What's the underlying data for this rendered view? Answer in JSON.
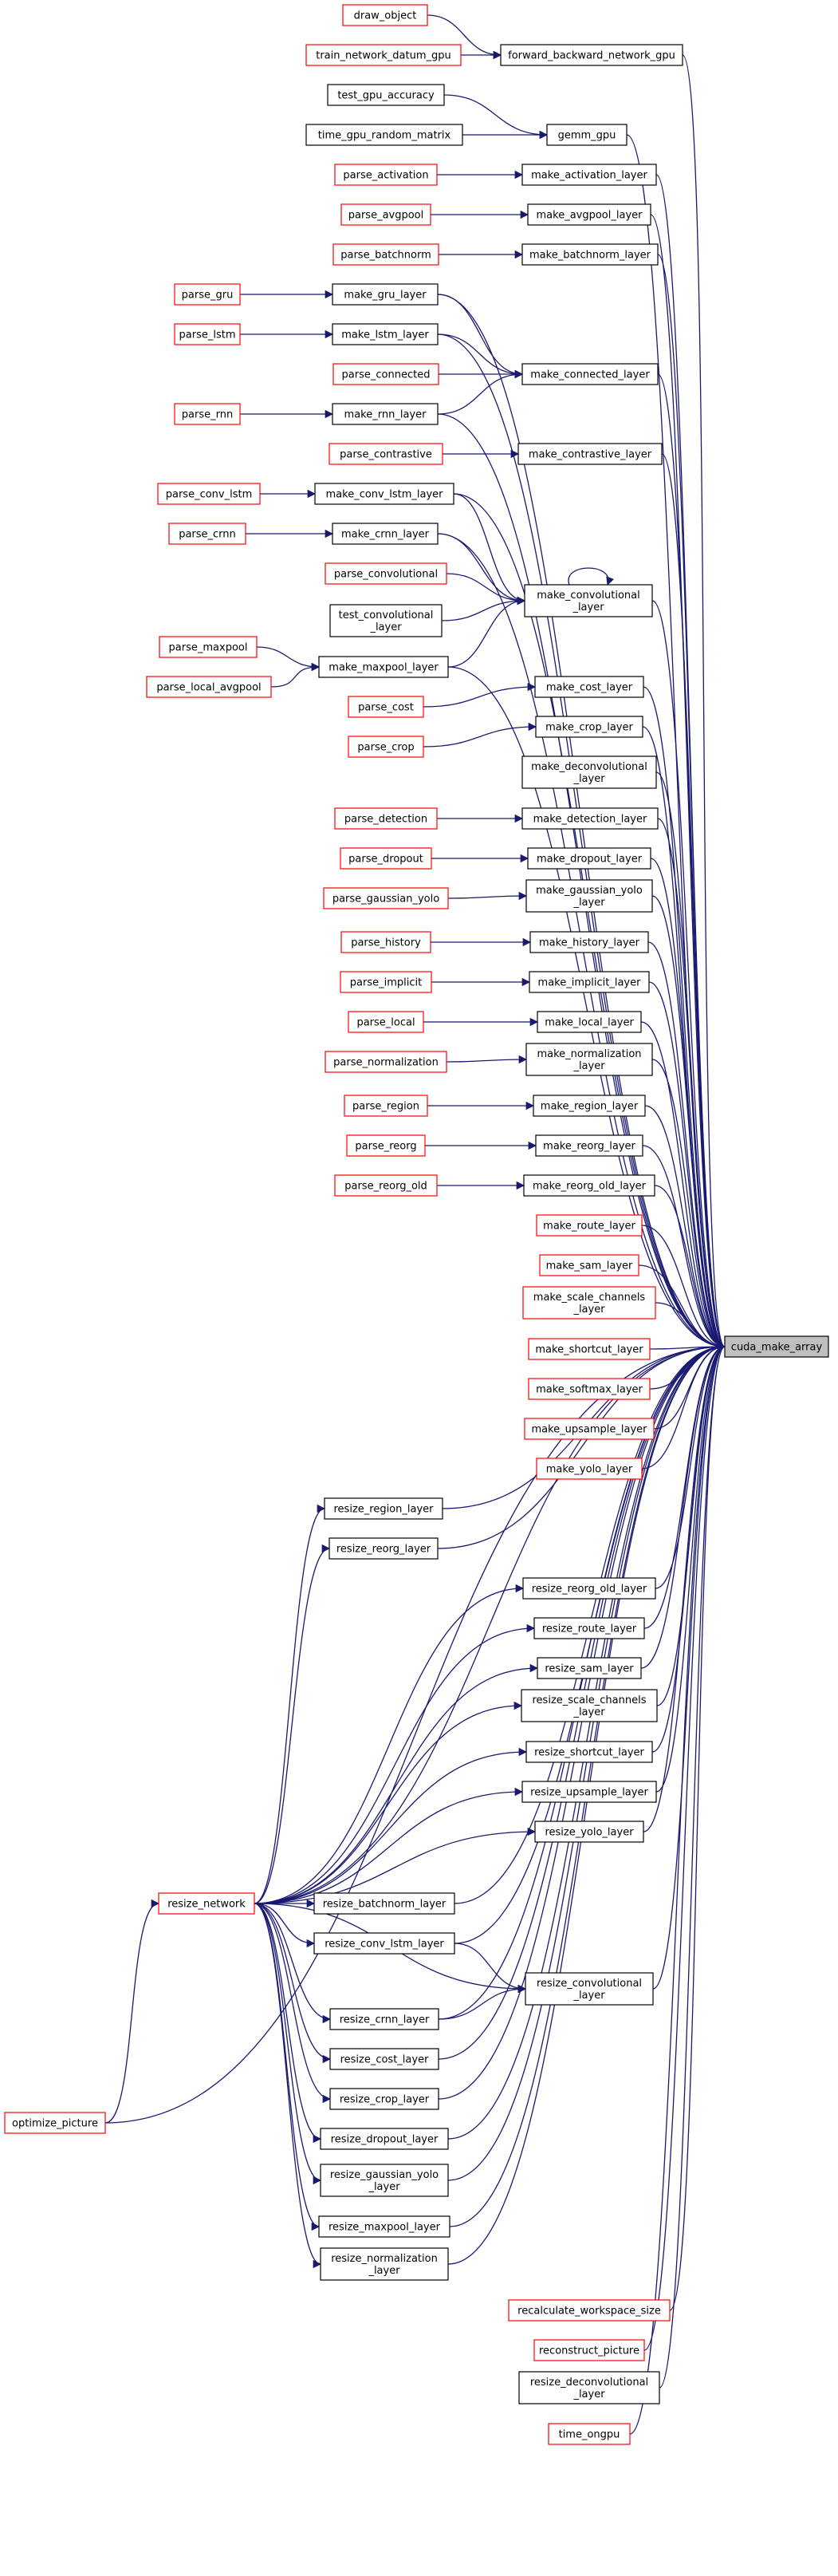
{
  "colors": {
    "edge": "#191970",
    "node_border_default": "#000000",
    "node_border_highlight": "#ff0000",
    "root_fill": "#bfbfbf",
    "node_fill": "#ffffff"
  },
  "root": {
    "id": "cuda_make_array",
    "label": "cuda_make_array"
  },
  "nodes": [
    {
      "id": "draw_object",
      "label": "draw_object",
      "border": "red"
    },
    {
      "id": "train_network_datum_gpu",
      "label": "train_network_datum_gpu",
      "border": "red"
    },
    {
      "id": "forward_backward_network_gpu",
      "label": "forward_backward_network_gpu",
      "border": "black"
    },
    {
      "id": "test_gpu_accuracy",
      "label": "test_gpu_accuracy",
      "border": "black"
    },
    {
      "id": "time_gpu_random_matrix",
      "label": "time_gpu_random_matrix",
      "border": "black"
    },
    {
      "id": "gemm_gpu",
      "label": "gemm_gpu",
      "border": "black"
    },
    {
      "id": "parse_activation",
      "label": "parse_activation",
      "border": "red"
    },
    {
      "id": "make_activation_layer",
      "label": "make_activation_layer",
      "border": "black"
    },
    {
      "id": "parse_avgpool",
      "label": "parse_avgpool",
      "border": "red"
    },
    {
      "id": "make_avgpool_layer",
      "label": "make_avgpool_layer",
      "border": "black"
    },
    {
      "id": "parse_batchnorm",
      "label": "parse_batchnorm",
      "border": "red"
    },
    {
      "id": "make_batchnorm_layer",
      "label": "make_batchnorm_layer",
      "border": "black"
    },
    {
      "id": "parse_gru",
      "label": "parse_gru",
      "border": "red"
    },
    {
      "id": "make_gru_layer",
      "label": "make_gru_layer",
      "border": "black"
    },
    {
      "id": "parse_lstm",
      "label": "parse_lstm",
      "border": "red"
    },
    {
      "id": "make_lstm_layer",
      "label": "make_lstm_layer",
      "border": "black"
    },
    {
      "id": "parse_connected",
      "label": "parse_connected",
      "border": "red"
    },
    {
      "id": "make_connected_layer",
      "label": "make_connected_layer",
      "border": "black"
    },
    {
      "id": "parse_rnn",
      "label": "parse_rnn",
      "border": "red"
    },
    {
      "id": "make_rnn_layer",
      "label": "make_rnn_layer",
      "border": "black"
    },
    {
      "id": "parse_contrastive",
      "label": "parse_contrastive",
      "border": "red"
    },
    {
      "id": "make_contrastive_layer",
      "label": "make_contrastive_layer",
      "border": "black"
    },
    {
      "id": "parse_conv_lstm",
      "label": "parse_conv_lstm",
      "border": "red"
    },
    {
      "id": "make_conv_lstm_layer",
      "label": "make_conv_lstm_layer",
      "border": "black"
    },
    {
      "id": "parse_crnn",
      "label": "parse_crnn",
      "border": "red"
    },
    {
      "id": "make_crnn_layer",
      "label": "make_crnn_layer",
      "border": "black"
    },
    {
      "id": "parse_convolutional",
      "label": "parse_convolutional",
      "border": "red"
    },
    {
      "id": "make_convolutional_layer",
      "label": "make_convolutional\n_layer",
      "border": "black"
    },
    {
      "id": "test_convolutional_layer",
      "label": "test_convolutional\n_layer",
      "border": "black"
    },
    {
      "id": "parse_maxpool",
      "label": "parse_maxpool",
      "border": "red"
    },
    {
      "id": "parse_local_avgpool",
      "label": "parse_local_avgpool",
      "border": "red"
    },
    {
      "id": "make_maxpool_layer",
      "label": "make_maxpool_layer",
      "border": "black"
    },
    {
      "id": "make_cost_layer",
      "label": "make_cost_layer",
      "border": "black"
    },
    {
      "id": "parse_cost",
      "label": "parse_cost",
      "border": "red"
    },
    {
      "id": "make_crop_layer",
      "label": "make_crop_layer",
      "border": "black"
    },
    {
      "id": "parse_crop",
      "label": "parse_crop",
      "border": "red"
    },
    {
      "id": "make_deconvolutional_layer",
      "label": "make_deconvolutional\n_layer",
      "border": "black"
    },
    {
      "id": "parse_detection",
      "label": "parse_detection",
      "border": "red"
    },
    {
      "id": "make_detection_layer",
      "label": "make_detection_layer",
      "border": "black"
    },
    {
      "id": "parse_dropout",
      "label": "parse_dropout",
      "border": "red"
    },
    {
      "id": "make_dropout_layer",
      "label": "make_dropout_layer",
      "border": "black"
    },
    {
      "id": "parse_gaussian_yolo",
      "label": "parse_gaussian_yolo",
      "border": "red"
    },
    {
      "id": "make_gaussian_yolo_layer",
      "label": "make_gaussian_yolo\n_layer",
      "border": "black"
    },
    {
      "id": "parse_history",
      "label": "parse_history",
      "border": "red"
    },
    {
      "id": "make_history_layer",
      "label": "make_history_layer",
      "border": "black"
    },
    {
      "id": "parse_implicit",
      "label": "parse_implicit",
      "border": "red"
    },
    {
      "id": "make_implicit_layer",
      "label": "make_implicit_layer",
      "border": "black"
    },
    {
      "id": "parse_local",
      "label": "parse_local",
      "border": "red"
    },
    {
      "id": "make_local_layer",
      "label": "make_local_layer",
      "border": "black"
    },
    {
      "id": "parse_normalization",
      "label": "parse_normalization",
      "border": "red"
    },
    {
      "id": "make_normalization_layer",
      "label": "make_normalization\n_layer",
      "border": "black"
    },
    {
      "id": "parse_region",
      "label": "parse_region",
      "border": "red"
    },
    {
      "id": "make_region_layer",
      "label": "make_region_layer",
      "border": "black"
    },
    {
      "id": "parse_reorg",
      "label": "parse_reorg",
      "border": "red"
    },
    {
      "id": "make_reorg_layer",
      "label": "make_reorg_layer",
      "border": "black"
    },
    {
      "id": "parse_reorg_old",
      "label": "parse_reorg_old",
      "border": "red"
    },
    {
      "id": "make_reorg_old_layer",
      "label": "make_reorg_old_layer",
      "border": "black"
    },
    {
      "id": "make_route_layer",
      "label": "make_route_layer",
      "border": "red"
    },
    {
      "id": "make_sam_layer",
      "label": "make_sam_layer",
      "border": "red"
    },
    {
      "id": "make_scale_channels_layer",
      "label": "make_scale_channels\n_layer",
      "border": "red"
    },
    {
      "id": "make_shortcut_layer",
      "label": "make_shortcut_layer",
      "border": "red"
    },
    {
      "id": "make_softmax_layer",
      "label": "make_softmax_layer",
      "border": "red"
    },
    {
      "id": "make_upsample_layer",
      "label": "make_upsample_layer",
      "border": "red"
    },
    {
      "id": "make_yolo_layer",
      "label": "make_yolo_layer",
      "border": "red"
    },
    {
      "id": "resize_region_layer",
      "label": "resize_region_layer",
      "border": "black"
    },
    {
      "id": "resize_reorg_layer",
      "label": "resize_reorg_layer",
      "border": "black"
    },
    {
      "id": "resize_reorg_old_layer",
      "label": "resize_reorg_old_layer",
      "border": "black"
    },
    {
      "id": "resize_route_layer",
      "label": "resize_route_layer",
      "border": "black"
    },
    {
      "id": "resize_sam_layer",
      "label": "resize_sam_layer",
      "border": "black"
    },
    {
      "id": "resize_scale_channels_layer",
      "label": "resize_scale_channels\n_layer",
      "border": "black"
    },
    {
      "id": "resize_shortcut_layer",
      "label": "resize_shortcut_layer",
      "border": "black"
    },
    {
      "id": "resize_upsample_layer",
      "label": "resize_upsample_layer",
      "border": "black"
    },
    {
      "id": "resize_yolo_layer",
      "label": "resize_yolo_layer",
      "border": "black"
    },
    {
      "id": "resize_network",
      "label": "resize_network",
      "border": "red"
    },
    {
      "id": "resize_batchnorm_layer",
      "label": "resize_batchnorm_layer",
      "border": "black"
    },
    {
      "id": "resize_conv_lstm_layer",
      "label": "resize_conv_lstm_layer",
      "border": "black"
    },
    {
      "id": "resize_convolutional_layer",
      "label": "resize_convolutional\n_layer",
      "border": "black"
    },
    {
      "id": "resize_crnn_layer",
      "label": "resize_crnn_layer",
      "border": "black"
    },
    {
      "id": "resize_cost_layer",
      "label": "resize_cost_layer",
      "border": "black"
    },
    {
      "id": "resize_crop_layer",
      "label": "resize_crop_layer",
      "border": "black"
    },
    {
      "id": "optimize_picture",
      "label": "optimize_picture",
      "border": "red"
    },
    {
      "id": "resize_dropout_layer",
      "label": "resize_dropout_layer",
      "border": "black"
    },
    {
      "id": "resize_gaussian_yolo_layer",
      "label": "resize_gaussian_yolo\n_layer",
      "border": "black"
    },
    {
      "id": "resize_maxpool_layer",
      "label": "resize_maxpool_layer",
      "border": "black"
    },
    {
      "id": "resize_normalization_layer",
      "label": "resize_normalization\n_layer",
      "border": "black"
    },
    {
      "id": "recalculate_workspace_size",
      "label": "recalculate_workspace_size",
      "border": "red"
    },
    {
      "id": "reconstruct_picture",
      "label": "reconstruct_picture",
      "border": "red"
    },
    {
      "id": "resize_deconvolutional_layer",
      "label": "resize_deconvolutional\n_layer",
      "border": "black"
    },
    {
      "id": "time_ongpu",
      "label": "time_ongpu",
      "border": "red"
    }
  ],
  "edges": [
    [
      "draw_object",
      "forward_backward_network_gpu"
    ],
    [
      "train_network_datum_gpu",
      "forward_backward_network_gpu"
    ],
    [
      "test_gpu_accuracy",
      "gemm_gpu"
    ],
    [
      "time_gpu_random_matrix",
      "gemm_gpu"
    ],
    [
      "parse_activation",
      "make_activation_layer"
    ],
    [
      "parse_avgpool",
      "make_avgpool_layer"
    ],
    [
      "parse_batchnorm",
      "make_batchnorm_layer"
    ],
    [
      "parse_gru",
      "make_gru_layer"
    ],
    [
      "parse_lstm",
      "make_lstm_layer"
    ],
    [
      "make_gru_layer",
      "make_connected_layer"
    ],
    [
      "make_lstm_layer",
      "make_connected_layer"
    ],
    [
      "parse_connected",
      "make_connected_layer"
    ],
    [
      "make_rnn_layer",
      "make_connected_layer"
    ],
    [
      "parse_rnn",
      "make_rnn_layer"
    ],
    [
      "parse_contrastive",
      "make_contrastive_layer"
    ],
    [
      "parse_conv_lstm",
      "make_conv_lstm_layer"
    ],
    [
      "parse_crnn",
      "make_crnn_layer"
    ],
    [
      "make_conv_lstm_layer",
      "make_convolutional_layer"
    ],
    [
      "make_crnn_layer",
      "make_convolutional_layer"
    ],
    [
      "parse_convolutional",
      "make_convolutional_layer"
    ],
    [
      "test_convolutional_layer",
      "make_convolutional_layer"
    ],
    [
      "make_maxpool_layer",
      "make_convolutional_layer"
    ],
    [
      "make_convolutional_layer",
      "make_convolutional_layer"
    ],
    [
      "parse_maxpool",
      "make_maxpool_layer"
    ],
    [
      "parse_local_avgpool",
      "make_maxpool_layer"
    ],
    [
      "parse_cost",
      "make_cost_layer"
    ],
    [
      "parse_crop",
      "make_crop_layer"
    ],
    [
      "parse_detection",
      "make_detection_layer"
    ],
    [
      "parse_dropout",
      "make_dropout_layer"
    ],
    [
      "parse_gaussian_yolo",
      "make_gaussian_yolo_layer"
    ],
    [
      "parse_history",
      "make_history_layer"
    ],
    [
      "parse_implicit",
      "make_implicit_layer"
    ],
    [
      "parse_local",
      "make_local_layer"
    ],
    [
      "parse_normalization",
      "make_normalization_layer"
    ],
    [
      "parse_region",
      "make_region_layer"
    ],
    [
      "parse_reorg",
      "make_reorg_layer"
    ],
    [
      "parse_reorg_old",
      "make_reorg_old_layer"
    ],
    [
      "resize_network",
      "resize_region_layer"
    ],
    [
      "resize_network",
      "resize_reorg_layer"
    ],
    [
      "resize_network",
      "resize_reorg_old_layer"
    ],
    [
      "resize_network",
      "resize_route_layer"
    ],
    [
      "resize_network",
      "resize_sam_layer"
    ],
    [
      "resize_network",
      "resize_scale_channels_layer"
    ],
    [
      "resize_network",
      "resize_shortcut_layer"
    ],
    [
      "resize_network",
      "resize_upsample_layer"
    ],
    [
      "resize_network",
      "resize_yolo_layer"
    ],
    [
      "resize_network",
      "resize_batchnorm_layer"
    ],
    [
      "resize_network",
      "resize_conv_lstm_layer"
    ],
    [
      "resize_network",
      "resize_convolutional_layer"
    ],
    [
      "resize_network",
      "resize_crnn_layer"
    ],
    [
      "resize_network",
      "resize_cost_layer"
    ],
    [
      "resize_network",
      "resize_crop_layer"
    ],
    [
      "resize_network",
      "resize_dropout_layer"
    ],
    [
      "resize_network",
      "resize_gaussian_yolo_layer"
    ],
    [
      "resize_network",
      "resize_maxpool_layer"
    ],
    [
      "resize_network",
      "resize_normalization_layer"
    ],
    [
      "resize_conv_lstm_layer",
      "resize_convolutional_layer"
    ],
    [
      "resize_crnn_layer",
      "resize_convolutional_layer"
    ],
    [
      "optimize_picture",
      "resize_network"
    ],
    [
      "forward_backward_network_gpu",
      "cuda_make_array"
    ],
    [
      "gemm_gpu",
      "cuda_make_array"
    ],
    [
      "make_activation_layer",
      "cuda_make_array"
    ],
    [
      "make_avgpool_layer",
      "cuda_make_array"
    ],
    [
      "make_batchnorm_layer",
      "cuda_make_array"
    ],
    [
      "make_gru_layer",
      "cuda_make_array"
    ],
    [
      "make_lstm_layer",
      "cuda_make_array"
    ],
    [
      "make_connected_layer",
      "cuda_make_array"
    ],
    [
      "make_rnn_layer",
      "cuda_make_array"
    ],
    [
      "make_contrastive_layer",
      "cuda_make_array"
    ],
    [
      "make_conv_lstm_layer",
      "cuda_make_array"
    ],
    [
      "make_crnn_layer",
      "cuda_make_array"
    ],
    [
      "make_convolutional_layer",
      "cuda_make_array"
    ],
    [
      "make_maxpool_layer",
      "cuda_make_array"
    ],
    [
      "make_cost_layer",
      "cuda_make_array"
    ],
    [
      "make_crop_layer",
      "cuda_make_array"
    ],
    [
      "make_deconvolutional_layer",
      "cuda_make_array"
    ],
    [
      "make_detection_layer",
      "cuda_make_array"
    ],
    [
      "make_dropout_layer",
      "cuda_make_array"
    ],
    [
      "make_gaussian_yolo_layer",
      "cuda_make_array"
    ],
    [
      "make_history_layer",
      "cuda_make_array"
    ],
    [
      "make_implicit_layer",
      "cuda_make_array"
    ],
    [
      "make_local_layer",
      "cuda_make_array"
    ],
    [
      "make_normalization_layer",
      "cuda_make_array"
    ],
    [
      "make_region_layer",
      "cuda_make_array"
    ],
    [
      "make_reorg_layer",
      "cuda_make_array"
    ],
    [
      "make_reorg_old_layer",
      "cuda_make_array"
    ],
    [
      "make_route_layer",
      "cuda_make_array"
    ],
    [
      "make_sam_layer",
      "cuda_make_array"
    ],
    [
      "make_scale_channels_layer",
      "cuda_make_array"
    ],
    [
      "make_shortcut_layer",
      "cuda_make_array"
    ],
    [
      "make_softmax_layer",
      "cuda_make_array"
    ],
    [
      "make_upsample_layer",
      "cuda_make_array"
    ],
    [
      "make_yolo_layer",
      "cuda_make_array"
    ],
    [
      "resize_region_layer",
      "cuda_make_array"
    ],
    [
      "resize_reorg_layer",
      "cuda_make_array"
    ],
    [
      "resize_reorg_old_layer",
      "cuda_make_array"
    ],
    [
      "resize_route_layer",
      "cuda_make_array"
    ],
    [
      "resize_sam_layer",
      "cuda_make_array"
    ],
    [
      "resize_scale_channels_layer",
      "cuda_make_array"
    ],
    [
      "resize_shortcut_layer",
      "cuda_make_array"
    ],
    [
      "resize_upsample_layer",
      "cuda_make_array"
    ],
    [
      "resize_yolo_layer",
      "cuda_make_array"
    ],
    [
      "resize_network",
      "cuda_make_array"
    ],
    [
      "resize_batchnorm_layer",
      "cuda_make_array"
    ],
    [
      "resize_conv_lstm_layer",
      "cuda_make_array"
    ],
    [
      "resize_convolutional_layer",
      "cuda_make_array"
    ],
    [
      "resize_crnn_layer",
      "cuda_make_array"
    ],
    [
      "resize_cost_layer",
      "cuda_make_array"
    ],
    [
      "resize_crop_layer",
      "cuda_make_array"
    ],
    [
      "resize_dropout_layer",
      "cuda_make_array"
    ],
    [
      "resize_gaussian_yolo_layer",
      "cuda_make_array"
    ],
    [
      "resize_maxpool_layer",
      "cuda_make_array"
    ],
    [
      "resize_normalization_layer",
      "cuda_make_array"
    ],
    [
      "optimize_picture",
      "cuda_make_array"
    ],
    [
      "recalculate_workspace_size",
      "cuda_make_array"
    ],
    [
      "reconstruct_picture",
      "cuda_make_array"
    ],
    [
      "resize_deconvolutional_layer",
      "cuda_make_array"
    ],
    [
      "time_ongpu",
      "cuda_make_array"
    ]
  ]
}
